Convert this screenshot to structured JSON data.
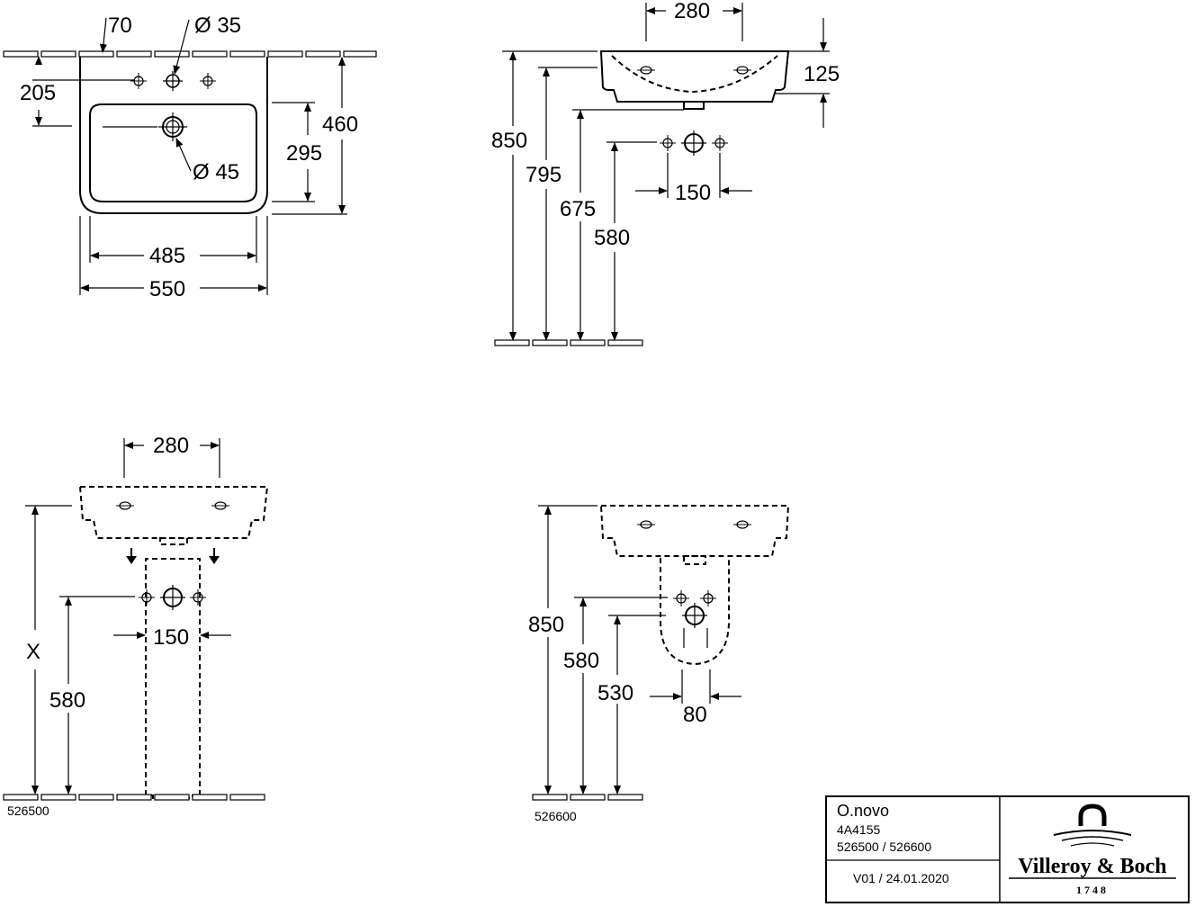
{
  "view1": {
    "dim_70": "70",
    "dim_d35": "Ø 35",
    "dim_205": "205",
    "dim_460": "460",
    "dim_295": "295",
    "dim_d45": "Ø 45",
    "dim_485": "485",
    "dim_550": "550"
  },
  "view2": {
    "dim_280": "280",
    "dim_125": "125",
    "dim_850": "850",
    "dim_795": "795",
    "dim_675": "675",
    "dim_580": "580",
    "dim_150": "150"
  },
  "view3": {
    "dim_280": "280",
    "dim_x": "X",
    "dim_580": "580",
    "dim_150": "150",
    "code": "526500"
  },
  "view4": {
    "dim_850": "850",
    "dim_580": "580",
    "dim_530": "530",
    "dim_80": "80",
    "code": "526600"
  },
  "title_block": {
    "product": "O.novo",
    "article": "4A4155",
    "variants": "526500 / 526600",
    "version": "V01 / 24.01.2020",
    "brand": "Villeroy & Boch",
    "year": "1748"
  }
}
